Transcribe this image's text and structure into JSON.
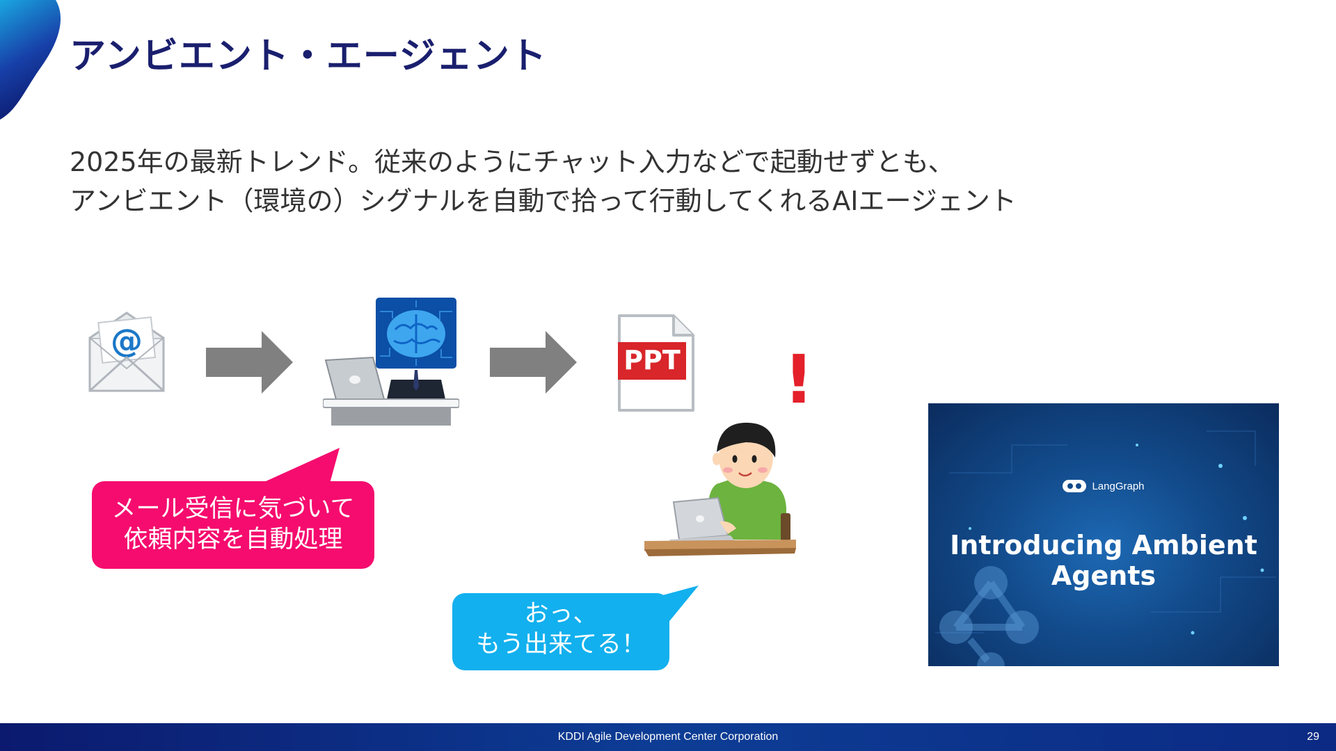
{
  "slide": {
    "title": "アンビエント・エージェント",
    "body_lines": [
      "2025年の最新トレンド。従来のようにチャット入力などで起動せずとも、",
      "アンビエント（環境の）シグナルを自動で拾って行動してくれるAIエージェント"
    ]
  },
  "diagram": {
    "ppt_label": "PPT",
    "exclaim": "!",
    "agent_bubble": [
      "メール受信に気づいて",
      "依頼内容を自動処理"
    ],
    "user_bubble": [
      "おっ、",
      "もう出来てる！"
    ]
  },
  "thumbnail": {
    "logo_text": "LangGraph",
    "title_lines": [
      "Introducing Ambient",
      "Agents"
    ]
  },
  "footer": {
    "company": "KDDI Agile Development Center Corporation",
    "page": "29"
  },
  "colors": {
    "title": "#1a1f6e",
    "pink_bubble": "#f50c6e",
    "blue_bubble": "#12b0ee",
    "arrow": "#808080",
    "ppt_red": "#d8262a",
    "footer": "#0b1a6e"
  },
  "icons": [
    "email-envelope-icon",
    "arrow-right-icon",
    "ai-brain-agent-icon",
    "ppt-file-icon",
    "exclamation-icon",
    "person-laptop-icon",
    "langgraph-logo-icon"
  ]
}
